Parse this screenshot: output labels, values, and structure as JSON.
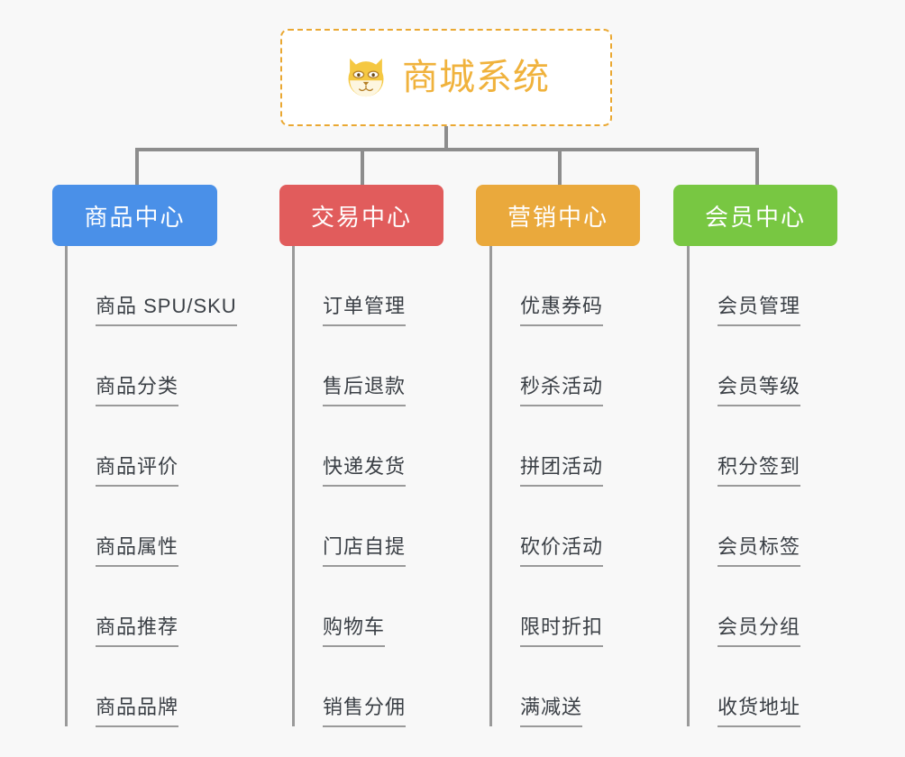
{
  "background_color": "#f8f8f8",
  "root": {
    "title": "商城系统",
    "icon": "dog-face-icon",
    "text_color": "#f0b23c",
    "border_color": "#eaa832",
    "background_color": "#ffffff"
  },
  "connector_color": "#8d8d8d",
  "leaf_line_color": "#9a9a9a",
  "leaf_text_color": "#3a3f45",
  "columns": [
    {
      "id": "product-center",
      "title": "商品中心",
      "color": "#4a90e8",
      "items": [
        {
          "label": "商品 SPU/SKU"
        },
        {
          "label": "商品分类"
        },
        {
          "label": "商品评价"
        },
        {
          "label": "商品属性"
        },
        {
          "label": "商品推荐"
        },
        {
          "label": "商品品牌"
        }
      ]
    },
    {
      "id": "trade-center",
      "title": "交易中心",
      "color": "#e15c5c",
      "items": [
        {
          "label": "订单管理"
        },
        {
          "label": "售后退款"
        },
        {
          "label": "快递发货"
        },
        {
          "label": "门店自提"
        },
        {
          "label": "购物车"
        },
        {
          "label": "销售分佣"
        }
      ]
    },
    {
      "id": "marketing-center",
      "title": "营销中心",
      "color": "#eaa93c",
      "items": [
        {
          "label": "优惠券码"
        },
        {
          "label": "秒杀活动"
        },
        {
          "label": "拼团活动"
        },
        {
          "label": "砍价活动"
        },
        {
          "label": "限时折扣"
        },
        {
          "label": "满减送"
        }
      ]
    },
    {
      "id": "member-center",
      "title": "会员中心",
      "color": "#78c742",
      "items": [
        {
          "label": "会员管理"
        },
        {
          "label": "会员等级"
        },
        {
          "label": "积分签到"
        },
        {
          "label": "会员标签"
        },
        {
          "label": "会员分组"
        },
        {
          "label": "收货地址"
        }
      ]
    }
  ]
}
